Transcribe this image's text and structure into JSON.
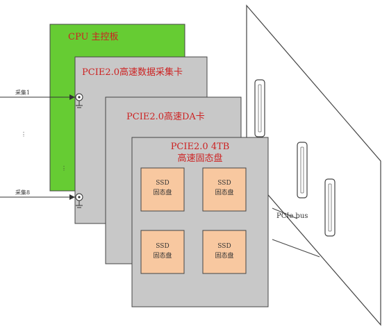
{
  "colors": {
    "cpu_board": "#66cc33",
    "card_fill": "#c8c8c8",
    "ssd_fill": "#f8c8a0",
    "title_text": "#cc2222",
    "outline": "#444444"
  },
  "cpu_board": {
    "label": "CPU  主控板"
  },
  "daq_card": {
    "label": "PCIE2.0高速数据采集卡"
  },
  "da_card": {
    "label": "PCIE2.0高速DA卡"
  },
  "ssd_card": {
    "label_line1": "PCIE2.0  4TB",
    "label_line2": "高速固态盘",
    "modules": [
      {
        "line1": "SSD",
        "line2": "固态盘"
      },
      {
        "line1": "SSD",
        "line2": "固态盘"
      },
      {
        "line1": "SSD",
        "line2": "固态盘"
      },
      {
        "line1": "SSD",
        "line2": "固态盘"
      }
    ]
  },
  "inputs": {
    "channel_1": "采集1",
    "channel_8": "采集8",
    "ellipsis": "⋮"
  },
  "bus": {
    "label": "PCIe bus"
  }
}
